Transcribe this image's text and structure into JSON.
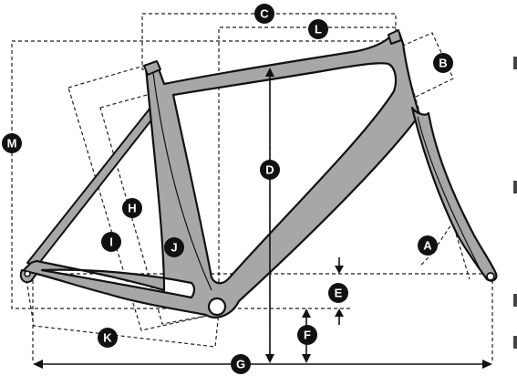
{
  "labels": {
    "a": "A",
    "b": "B",
    "c": "C",
    "d": "D",
    "e": "E",
    "f": "F",
    "g": "G",
    "h": "H",
    "i": "I",
    "j": "J",
    "k": "K",
    "l": "L",
    "m": "M"
  },
  "colors": {
    "frame_fill": "#a7a7a7",
    "outline": "#111111",
    "badge_bg": "#111111",
    "badge_text": "#ffffff"
  }
}
